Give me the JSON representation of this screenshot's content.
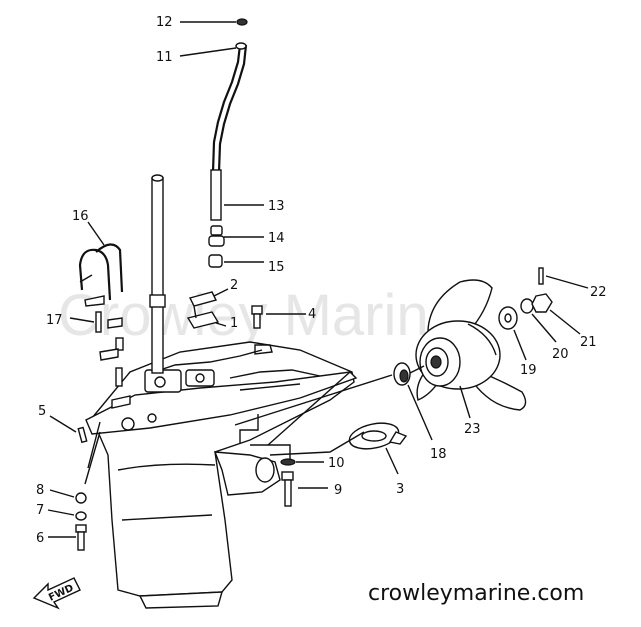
{
  "watermark": "Crowley Marine",
  "site_url": "crowleymarine.com",
  "direction_label": "FWD",
  "callouts": [
    "1",
    "2",
    "3",
    "4",
    "5",
    "6",
    "7",
    "8",
    "9",
    "10",
    "11",
    "12",
    "13",
    "14",
    "15",
    "16",
    "17",
    "18",
    "19",
    "20",
    "21",
    "22",
    "23"
  ],
  "colors": {
    "ink": "#111111",
    "background": "#ffffff",
    "watermark": "#e6e6e6"
  }
}
